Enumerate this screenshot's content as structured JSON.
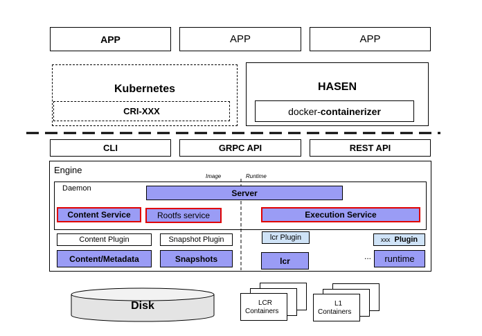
{
  "apps": [
    "APP",
    "APP",
    "APP"
  ],
  "kubernetes": {
    "title": "Kubernetes",
    "cri": "CRI-XXX"
  },
  "hasen": {
    "title": "HASEN",
    "containerizer_plain": "docker-",
    "containerizer_bold": "containerizer"
  },
  "apis": [
    "CLI",
    "GRPC API",
    "REST API"
  ],
  "engine": {
    "title": "Engine",
    "daemon": "Daemon",
    "image_label": "Image",
    "runtime_label": "Runtime",
    "server": "Server",
    "content_service": "Content Service",
    "rootfs_service": "Rootfs service",
    "execution_service": "Execution Service",
    "content_plugin": "Content Plugin",
    "snapshot_plugin": "Snapshot Plugin",
    "lcr_plugin": "lcr Plugin",
    "xxx_plugin_prefix": "xxx",
    "xxx_plugin_suffix": "Plugin",
    "content_metadata": "Content/Metadata",
    "snapshots": "Snapshots",
    "lcr": "lcr",
    "ellipsis": "...",
    "runtime": "runtime"
  },
  "disk": "Disk",
  "lcr_containers": {
    "line1": "LCR",
    "line2": "Containers"
  },
  "l1_containers": {
    "line1": "L1",
    "line2": "Containers"
  }
}
